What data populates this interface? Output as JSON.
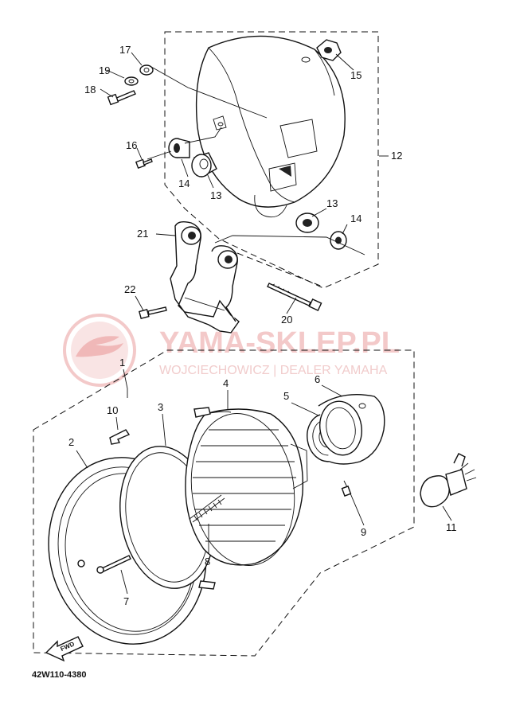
{
  "watermark": {
    "brand": "YAMA-SKLEP.PL",
    "subtitle": "WOJCIECHOWICZ | DEALER YAMAHA"
  },
  "diagram_code": "42W110-4380",
  "direction_marker": "FWD",
  "callouts": [
    {
      "id": "c1",
      "label": "1"
    },
    {
      "id": "c2",
      "label": "2"
    },
    {
      "id": "c3",
      "label": "3"
    },
    {
      "id": "c4",
      "label": "4"
    },
    {
      "id": "c5",
      "label": "5"
    },
    {
      "id": "c6",
      "label": "6"
    },
    {
      "id": "c7",
      "label": "7"
    },
    {
      "id": "c8",
      "label": "8"
    },
    {
      "id": "c9",
      "label": "9"
    },
    {
      "id": "c10",
      "label": "10"
    },
    {
      "id": "c11",
      "label": "11"
    },
    {
      "id": "c12",
      "label": "12"
    },
    {
      "id": "c13a",
      "label": "13"
    },
    {
      "id": "c13b",
      "label": "13"
    },
    {
      "id": "c14a",
      "label": "14"
    },
    {
      "id": "c14b",
      "label": "14"
    },
    {
      "id": "c15",
      "label": "15"
    },
    {
      "id": "c16",
      "label": "16"
    },
    {
      "id": "c17",
      "label": "17"
    },
    {
      "id": "c18",
      "label": "18"
    },
    {
      "id": "c19",
      "label": "19"
    },
    {
      "id": "c20",
      "label": "20"
    },
    {
      "id": "c21",
      "label": "21"
    },
    {
      "id": "c22",
      "label": "22"
    }
  ]
}
